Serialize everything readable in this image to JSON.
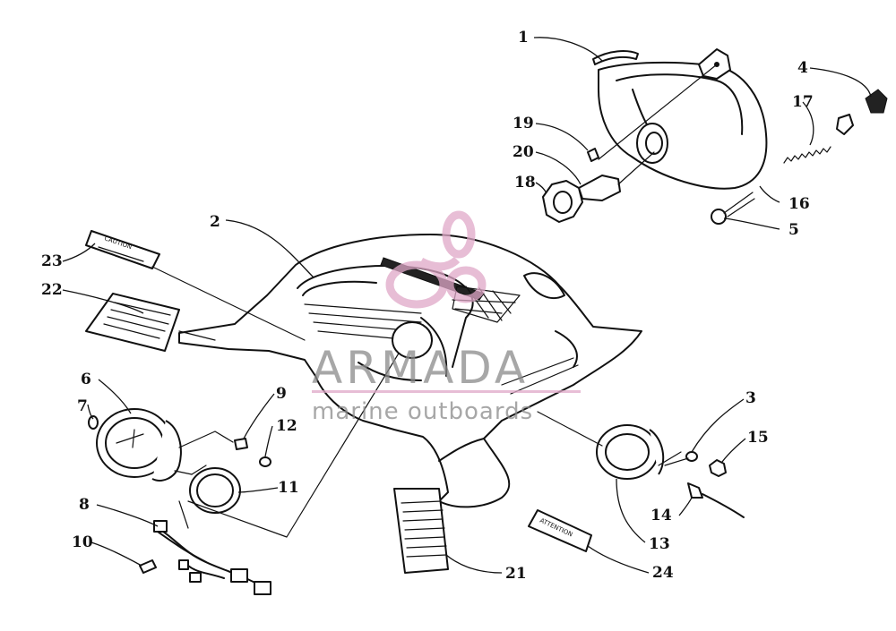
{
  "callouts": [
    {
      "id": "1",
      "label": "1"
    },
    {
      "id": "2",
      "label": "2"
    },
    {
      "id": "3",
      "label": "3"
    },
    {
      "id": "4",
      "label": "4"
    },
    {
      "id": "5",
      "label": "5"
    },
    {
      "id": "6",
      "label": "6"
    },
    {
      "id": "7",
      "label": "7"
    },
    {
      "id": "8",
      "label": "8"
    },
    {
      "id": "9",
      "label": "9"
    },
    {
      "id": "10",
      "label": "10"
    },
    {
      "id": "11",
      "label": "11"
    },
    {
      "id": "12",
      "label": "12"
    },
    {
      "id": "13",
      "label": "13"
    },
    {
      "id": "14",
      "label": "14"
    },
    {
      "id": "15",
      "label": "15"
    },
    {
      "id": "16",
      "label": "16"
    },
    {
      "id": "17",
      "label": "17"
    },
    {
      "id": "18",
      "label": "18"
    },
    {
      "id": "19",
      "label": "19"
    },
    {
      "id": "20",
      "label": "20"
    },
    {
      "id": "21",
      "label": "21"
    },
    {
      "id": "22",
      "label": "22"
    },
    {
      "id": "23",
      "label": "23"
    },
    {
      "id": "24",
      "label": "24"
    }
  ],
  "decals": {
    "caution_label": "CAUTION",
    "attention_label": "ATTENTION"
  },
  "watermark": {
    "brand": "ARMADA",
    "tagline": "marine outboards",
    "brand_color": "#8a8a8a",
    "logo_color": "#e0a8c8"
  }
}
